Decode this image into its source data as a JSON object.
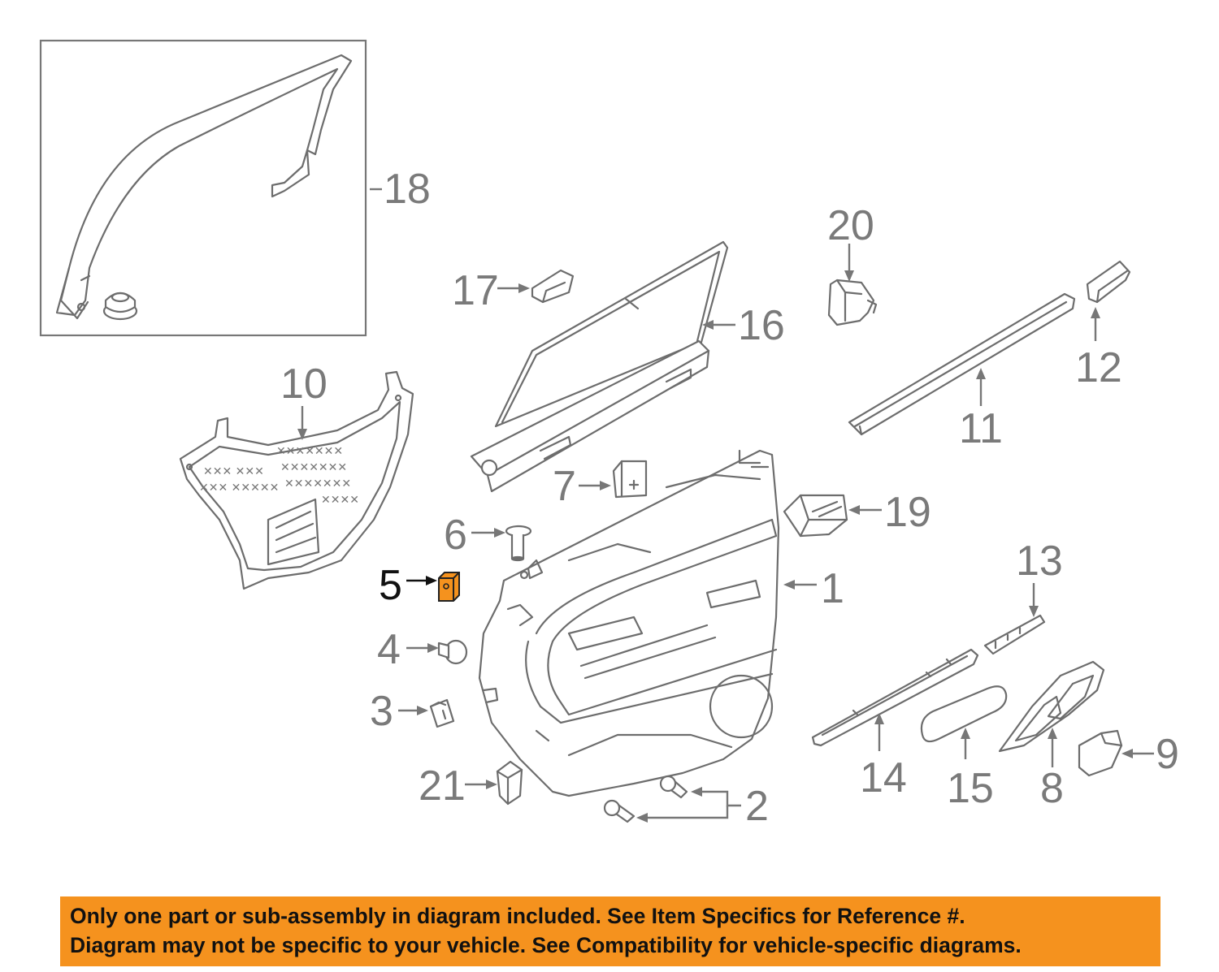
{
  "diagram": {
    "callouts": [
      {
        "id": "1",
        "label": "1"
      },
      {
        "id": "2",
        "label": "2"
      },
      {
        "id": "3",
        "label": "3"
      },
      {
        "id": "4",
        "label": "4"
      },
      {
        "id": "5",
        "label": "5",
        "highlighted": true
      },
      {
        "id": "6",
        "label": "6"
      },
      {
        "id": "7",
        "label": "7"
      },
      {
        "id": "8",
        "label": "8"
      },
      {
        "id": "9",
        "label": "9"
      },
      {
        "id": "10",
        "label": "10"
      },
      {
        "id": "11",
        "label": "11"
      },
      {
        "id": "12",
        "label": "12"
      },
      {
        "id": "13",
        "label": "13"
      },
      {
        "id": "14",
        "label": "14"
      },
      {
        "id": "15",
        "label": "15"
      },
      {
        "id": "16",
        "label": "16"
      },
      {
        "id": "17",
        "label": "17"
      },
      {
        "id": "18",
        "label": "18"
      },
      {
        "id": "19",
        "label": "19"
      },
      {
        "id": "20",
        "label": "20"
      },
      {
        "id": "21",
        "label": "21"
      }
    ],
    "highlight_color": "#f5921e",
    "line_color": "#6d6d6d"
  },
  "banner": {
    "line1": "Only one part or sub-assembly in diagram included. See Item Specifics for Reference #.",
    "line2": "Diagram may not be specific to your vehicle. See Compatibility for vehicle-specific diagrams.",
    "background": "#f5921e"
  }
}
